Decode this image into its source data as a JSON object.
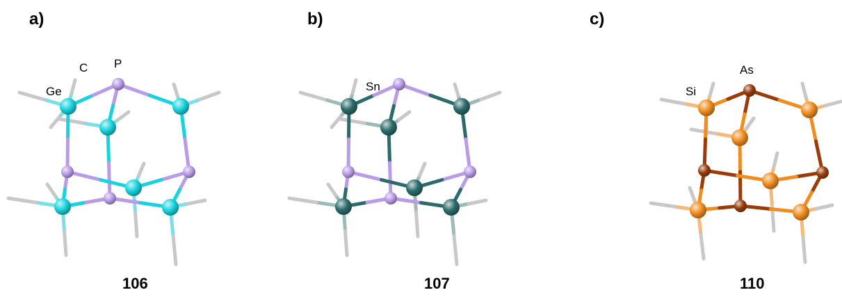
{
  "panels": [
    {
      "panel_label": "a)",
      "compound_number": "106",
      "atom_labels": [
        "Ge",
        "C",
        "P"
      ],
      "colors": {
        "framework_atom": "#18d3dd",
        "bridge_atom": "#b99be8",
        "substituent": "#7be0e6"
      }
    },
    {
      "panel_label": "b)",
      "compound_number": "107",
      "atom_labels": [
        "Sn"
      ],
      "colors": {
        "framework_atom": "#2c6b6b",
        "bridge_atom": "#b99be8",
        "substituent": "#9bbaba"
      }
    },
    {
      "panel_label": "c)",
      "compound_number": "110",
      "atom_labels": [
        "Si",
        "As"
      ],
      "colors": {
        "framework_atom": "#f08d20",
        "bridge_atom": "#9a3c0a",
        "substituent": "#f5b97a"
      }
    }
  ]
}
